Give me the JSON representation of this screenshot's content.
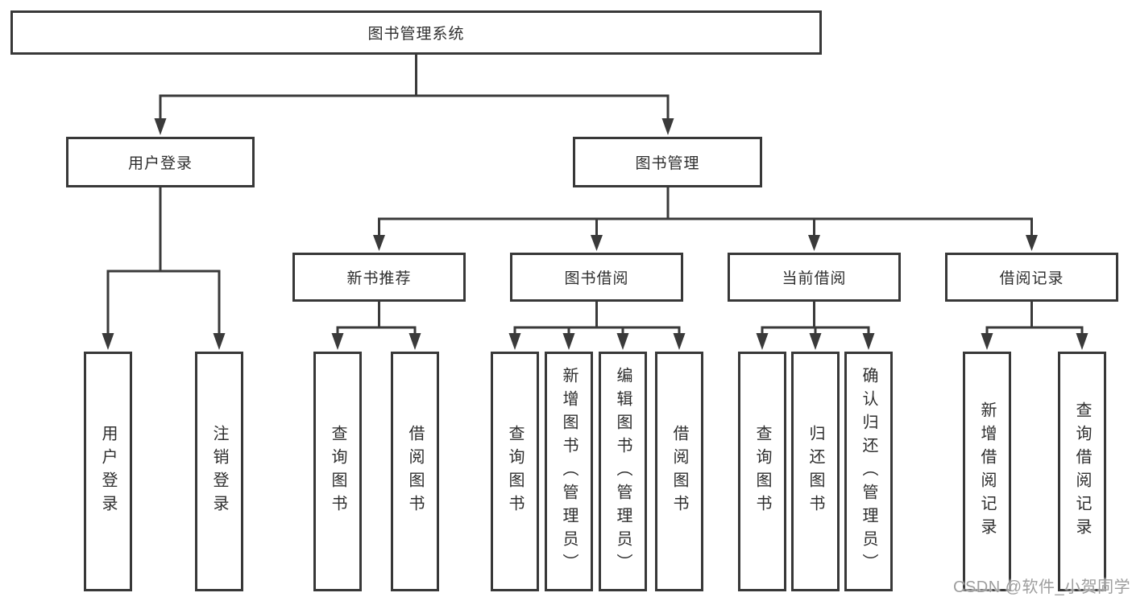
{
  "colors": {
    "line": "#3a3a3a",
    "box_border": "#383838",
    "text": "#2e2e2e",
    "watermark": "#9e9e9e",
    "background": "#ffffff"
  },
  "diagram": {
    "root": {
      "label": "图书管理系统"
    },
    "level2": [
      {
        "label": "用户登录"
      },
      {
        "label": "图书管理"
      }
    ],
    "level3": [
      {
        "label": "新书推荐"
      },
      {
        "label": "图书借阅"
      },
      {
        "label": "当前借阅"
      },
      {
        "label": "借阅记录"
      }
    ],
    "leaves": {
      "user_login": [
        "用户登录",
        "注销登录"
      ],
      "new_book_recommend": [
        "查询图书",
        "借阅图书"
      ],
      "book_borrow": [
        "查询图书",
        "新增图书（管理员）",
        "编辑图书（管理员）",
        "借阅图书"
      ],
      "current_borrow": [
        "查询图书",
        "归还图书",
        "确认归还（管理员）"
      ],
      "borrow_record": [
        "新增借阅记录",
        "查询借阅记录"
      ]
    }
  },
  "watermark": {
    "text": "CSDN @软件_小贺同学"
  }
}
